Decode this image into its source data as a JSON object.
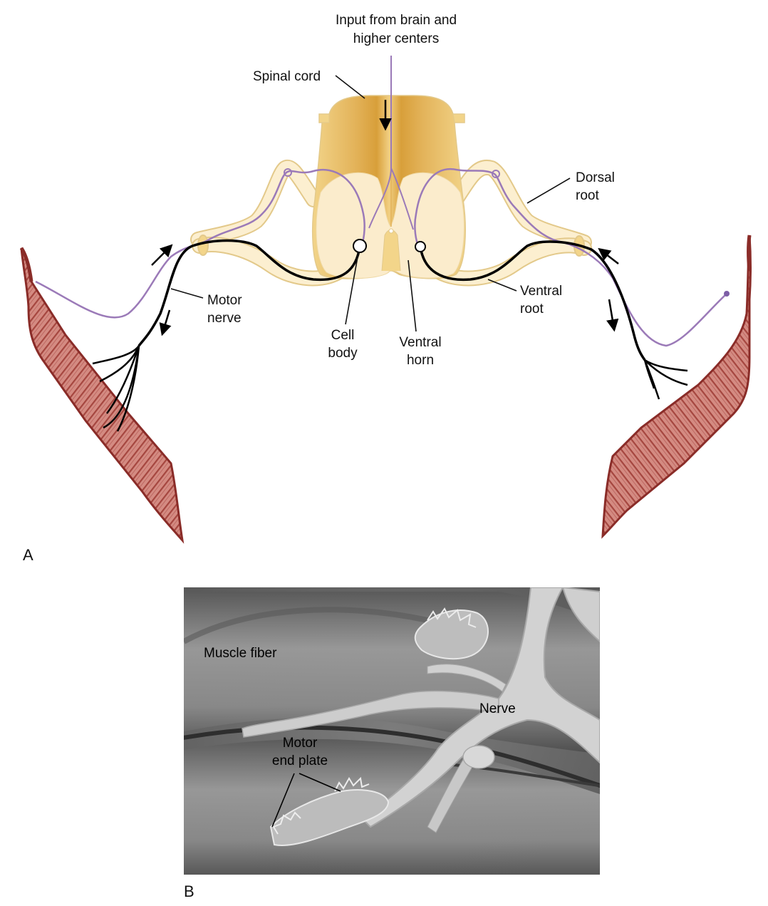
{
  "panel_a": {
    "panel_label": "A",
    "labels": {
      "input_line1": "Input from brain and",
      "input_line2": "higher centers",
      "spinal_cord": "Spinal cord",
      "dorsal_root_line1": "Dorsal",
      "dorsal_root_line2": "root",
      "ventral_root_line1": "Ventral",
      "ventral_root_line2": "root",
      "motor_nerve_line1": "Motor",
      "motor_nerve_line2": "nerve",
      "cell_body_line1": "Cell",
      "cell_body_line2": "body",
      "ventral_horn_line1": "Ventral",
      "ventral_horn_line2": "horn"
    },
    "colors": {
      "white_matter": "#f3d58a",
      "dorsal_column_shade": "#d9a238",
      "gray_matter": "#fbeccc",
      "root_fill": "#fcefd0",
      "root_outline": "#e3c98a",
      "sensory_fiber": "#9b7ab8",
      "motor_fiber": "#000000",
      "muscle_fill": "#d7958c",
      "muscle_stripe": "#a5463f",
      "muscle_edge": "#8a2c28"
    }
  },
  "panel_b": {
    "panel_label": "B",
    "labels": {
      "muscle_fiber": "Muscle fiber",
      "nerve": "Nerve",
      "end_plate_line1": "Motor",
      "end_plate_line2": "end plate"
    },
    "colors": {
      "background": "#6e6e6e",
      "fiber": "#8d8d8d",
      "nerve": "#d4d4d4"
    }
  }
}
